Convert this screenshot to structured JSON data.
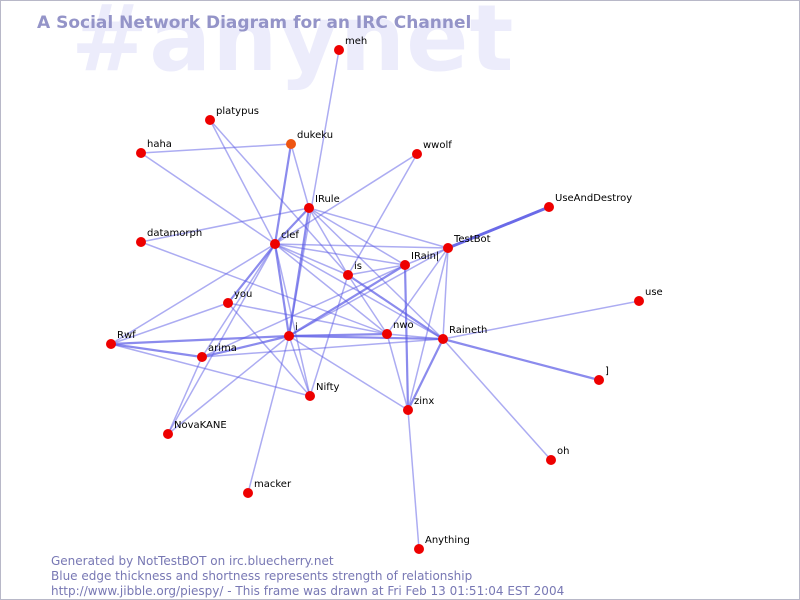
{
  "watermark": "#anynet",
  "title": "A Social Network Diagram for an IRC Channel",
  "footer": {
    "line1": "Generated by NotTestBOT on irc.bluecherry.net",
    "line2": "Blue edge thickness and shortness represents strength of relationship",
    "line3": "http://www.jibble.org/piespy/ - This frame was drawn at Fri Feb 13 01:51:04 EST 2004"
  },
  "colors": {
    "node": "#ee0000",
    "node_recent": "#ee5511",
    "edge": "#5a5ae6",
    "title": "#9494c8",
    "watermark": "#ececfb"
  },
  "nodes": [
    {
      "id": "meh",
      "label": "meh"
    },
    {
      "id": "platypus",
      "label": "platypus"
    },
    {
      "id": "dukeku",
      "label": "dukeku",
      "recent": true
    },
    {
      "id": "haha",
      "label": "haha"
    },
    {
      "id": "wwolf",
      "label": "wwolf"
    },
    {
      "id": "IRule",
      "label": "IRule"
    },
    {
      "id": "UseAndDestroy",
      "label": "UseAndDestroy"
    },
    {
      "id": "datamorph",
      "label": "datamorph"
    },
    {
      "id": "clef",
      "label": "clef"
    },
    {
      "id": "TestBot",
      "label": "TestBot"
    },
    {
      "id": "IRain",
      "label": "IRain|"
    },
    {
      "id": "is",
      "label": "is"
    },
    {
      "id": "you",
      "label": "you"
    },
    {
      "id": "use",
      "label": "use"
    },
    {
      "id": "Rwf",
      "label": "Rwf"
    },
    {
      "id": "i",
      "label": "i"
    },
    {
      "id": "nwo",
      "label": "nwo"
    },
    {
      "id": "Raineth",
      "label": "Raineth"
    },
    {
      "id": "arima",
      "label": "arima"
    },
    {
      "id": "J",
      "label": "]"
    },
    {
      "id": "Nifty",
      "label": "Nifty"
    },
    {
      "id": "zinx",
      "label": "zinx"
    },
    {
      "id": "NovaKANE",
      "label": "NovaKANE"
    },
    {
      "id": "oh",
      "label": "oh"
    },
    {
      "id": "macker",
      "label": "macker"
    },
    {
      "id": "Anything",
      "label": "Anything"
    }
  ],
  "edges": [
    {
      "source": "meh",
      "target": "i",
      "weight": 1
    },
    {
      "source": "platypus",
      "target": "clef",
      "weight": 1
    },
    {
      "source": "platypus",
      "target": "is",
      "weight": 1
    },
    {
      "source": "dukeku",
      "target": "haha",
      "weight": 1
    },
    {
      "source": "dukeku",
      "target": "clef",
      "weight": 2
    },
    {
      "source": "dukeku",
      "target": "IRule",
      "weight": 1
    },
    {
      "source": "haha",
      "target": "clef",
      "weight": 1
    },
    {
      "source": "wwolf",
      "target": "clef",
      "weight": 1
    },
    {
      "source": "wwolf",
      "target": "is",
      "weight": 1
    },
    {
      "source": "UseAndDestroy",
      "target": "TestBot",
      "weight": 3
    },
    {
      "source": "datamorph",
      "target": "IRule",
      "weight": 1
    },
    {
      "source": "datamorph",
      "target": "nwo",
      "weight": 1
    },
    {
      "source": "IRule",
      "target": "clef",
      "weight": 2
    },
    {
      "source": "IRule",
      "target": "i",
      "weight": 2
    },
    {
      "source": "IRule",
      "target": "IRain",
      "weight": 1
    },
    {
      "source": "IRule",
      "target": "TestBot",
      "weight": 1
    },
    {
      "source": "IRule",
      "target": "Raineth",
      "weight": 1
    },
    {
      "source": "IRule",
      "target": "is",
      "weight": 1
    },
    {
      "source": "clef",
      "target": "is",
      "weight": 1
    },
    {
      "source": "clef",
      "target": "i",
      "weight": 2
    },
    {
      "source": "clef",
      "target": "you",
      "weight": 2
    },
    {
      "source": "clef",
      "target": "Rwf",
      "weight": 1
    },
    {
      "source": "clef",
      "target": "arima",
      "weight": 1
    },
    {
      "source": "clef",
      "target": "nwo",
      "weight": 1
    },
    {
      "source": "clef",
      "target": "IRain",
      "weight": 1
    },
    {
      "source": "clef",
      "target": "TestBot",
      "weight": 1
    },
    {
      "source": "clef",
      "target": "Raineth",
      "weight": 1
    },
    {
      "source": "clef",
      "target": "Nifty",
      "weight": 1
    },
    {
      "source": "clef",
      "target": "NovaKANE",
      "weight": 1
    },
    {
      "source": "TestBot",
      "target": "IRain",
      "weight": 1
    },
    {
      "source": "TestBot",
      "target": "i",
      "weight": 1
    },
    {
      "source": "TestBot",
      "target": "nwo",
      "weight": 1
    },
    {
      "source": "TestBot",
      "target": "Raineth",
      "weight": 1
    },
    {
      "source": "TestBot",
      "target": "zinx",
      "weight": 1
    },
    {
      "source": "IRain",
      "target": "i",
      "weight": 2
    },
    {
      "source": "IRain",
      "target": "zinx",
      "weight": 2
    },
    {
      "source": "IRain",
      "target": "is",
      "weight": 1
    },
    {
      "source": "IRain",
      "target": "arima",
      "weight": 1
    },
    {
      "source": "is",
      "target": "Raineth",
      "weight": 2
    },
    {
      "source": "is",
      "target": "Nifty",
      "weight": 1
    },
    {
      "source": "is",
      "target": "nwo",
      "weight": 1
    },
    {
      "source": "you",
      "target": "Rwf",
      "weight": 1
    },
    {
      "source": "you",
      "target": "nwo",
      "weight": 1
    },
    {
      "source": "you",
      "target": "Nifty",
      "weight": 1
    },
    {
      "source": "use",
      "target": "Raineth",
      "weight": 1
    },
    {
      "source": "Rwf",
      "target": "i",
      "weight": 2
    },
    {
      "source": "Rwf",
      "target": "arima",
      "weight": 2
    },
    {
      "source": "Rwf",
      "target": "Nifty",
      "weight": 1
    },
    {
      "source": "i",
      "target": "nwo",
      "weight": 2
    },
    {
      "source": "i",
      "target": "Raineth",
      "weight": 2
    },
    {
      "source": "i",
      "target": "arima",
      "weight": 2
    },
    {
      "source": "i",
      "target": "Nifty",
      "weight": 1
    },
    {
      "source": "i",
      "target": "zinx",
      "weight": 1
    },
    {
      "source": "i",
      "target": "macker",
      "weight": 1
    },
    {
      "source": "i",
      "target": "NovaKANE",
      "weight": 1
    },
    {
      "source": "nwo",
      "target": "Raineth",
      "weight": 1
    },
    {
      "source": "nwo",
      "target": "zinx",
      "weight": 1
    },
    {
      "source": "Raineth",
      "target": "zinx",
      "weight": 2
    },
    {
      "source": "Raineth",
      "target": "J",
      "weight": 2
    },
    {
      "source": "Raineth",
      "target": "oh",
      "weight": 1
    },
    {
      "source": "Raineth",
      "target": "arima",
      "weight": 1
    },
    {
      "source": "arima",
      "target": "NovaKANE",
      "weight": 1
    },
    {
      "source": "zinx",
      "target": "Anything",
      "weight": 1
    }
  ]
}
